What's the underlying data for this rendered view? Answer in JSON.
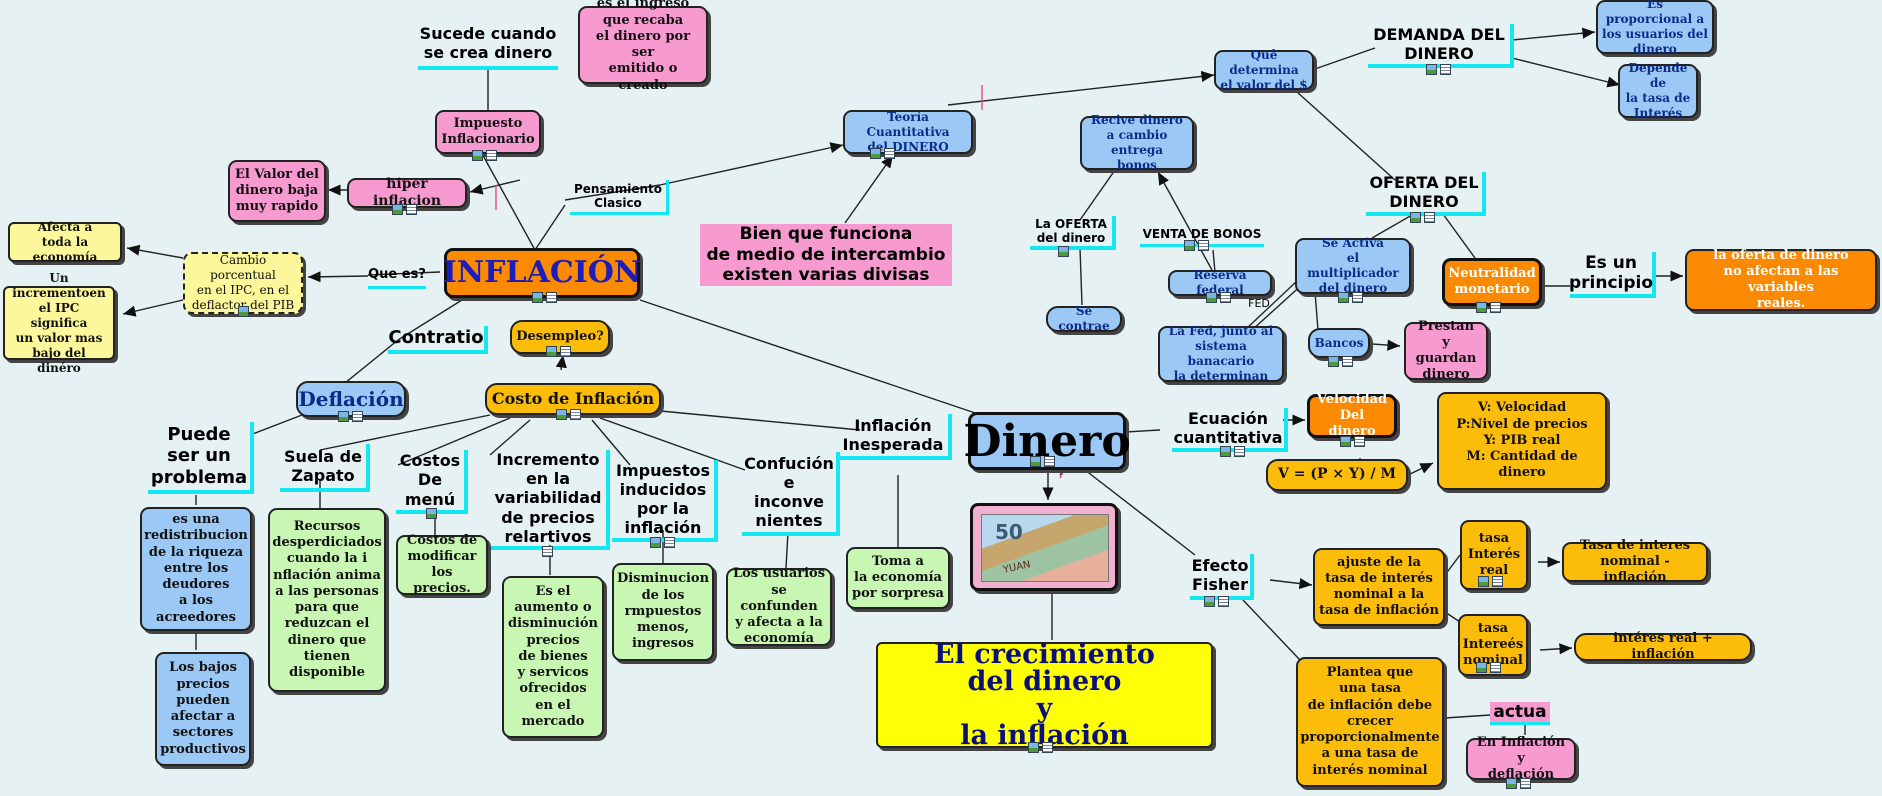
{
  "colors": {
    "background": "#e6f1f3",
    "pink": "#f79ad0",
    "blue": "#9cc8f5",
    "orange": "#fbbd0a",
    "green": "#c8f7b4",
    "yellow": "#fbf79a",
    "cyan_accent": "#15e7f1",
    "dinero_orange": "#fb8a00"
  },
  "title": {
    "line1": "El crecimiento",
    "line2": "del dinero",
    "line3": "y",
    "line4": "la inflación"
  },
  "central": {
    "dinero": "Dinero",
    "inflacion": "INFLACIÓN"
  },
  "nodes": {
    "sucede_cuando": "Sucede cuando\nse crea dinero",
    "ingreso": "es el ingreso\nque recaba\nel dinero por ser\nemitido o creado",
    "impuesto_inflacionario": "Impuesto\nInflacionario",
    "valor_dinero_baja": "El Valor del\ndinero baja\nmuy rapido",
    "hiper_inflacion": "hiper inflacion",
    "afecta_economia": "Afecta a\ntoda la economía",
    "cambio_porcentual": "Cambio porcentual\nen el IPC, en el\ndeflactor del PIB",
    "incremento_ipc": "Un incrementoen\nel IPC significa\nun valor mas\nbajo del dinéro",
    "que_es": "Que es?",
    "pensamiento_clasico": "Pensamiento\nClasico",
    "contratio": "Contratio",
    "desempleo": "Desempleo?",
    "deflacion": "Deflación",
    "costo_inflacion": "Costo de Inflación",
    "puede_ser_problema": "Puede\nser un\nproblema",
    "suela_zapato": "Suela de\nZapato",
    "costos_menu": "Costos\nDe\nmenú",
    "incremento_variabilidad": "Incremento\nen la\nvariabilidad\nde precios\nrelartivos",
    "impuestos_inducidos": "Impuestos\ninducidos\npor la\ninflación",
    "confucion": "Confución\ne\ninconve\nnientes",
    "inflacion_inesperada": "Inflación\nInesperada",
    "redistribucion": "es una\nredistribucion\nde la riqueza\nentre los\ndeudores\na los\nacreedores",
    "bajos_precios": "Los bajos\nprecios\npueden\nafectar a\nsectores\nproductivos",
    "recursos_desperdiciados": "Recursos\ndesperdiciados\ncuando la i\nnflación anima\na las personas\npara que\nreduzcan el\ndinero que\ntienen\ndisponible",
    "costos_modificar": "Costos de\nmodificar\nlos precios.",
    "aumento_disminucion": "Es el\naumento o\ndisminución\nprecios\nde bienes\ny servicos\nofrecidos\nen el\nmercado",
    "disminucion_impuestos": "Disminucion\nde los\nrmpuestos\nmenos,\ningresos",
    "usuarios_confunden": "Los usuarios\nse confunden\ny afecta a la\neconomía",
    "toma_sorpresa": "Toma a\nla economía\npor sorpresa",
    "bien_que_funciona": "Bien que funciona\nde medio de intercambio\nexisten varias divisas",
    "teoria_cuantitativa": "Teoría Cuantitativa\ndel DINERO",
    "que_determina": "Quê determina\nel valor del $",
    "demanda_dinero": "DEMANDA DEL\nDINERO",
    "proporcional_usuarios": "Es proporcional a\nlos usuarios del\ndinero",
    "depende_tasa": "Depende de\nla tasa de\nInterés",
    "recive_dinero": "Recive dinero\na cambio entrega\nbonos",
    "oferta_dinero": "OFERTA DEL\nDINERO",
    "la_oferta": "La OFERTA\ndel dinero",
    "venta_bonos": "VENTA DE BONOS",
    "se_contrae": "Se contrae",
    "reserva_federal": "Reserva federal",
    "fed": "FED",
    "se_activa": "Se Activa\nel multiplicador\ndel dinero",
    "la_fed": "La Fed, junto al\nsistema banacario\nla determinan",
    "bancos": "Bancos",
    "prestan": "Prestan\ny guardan\ndinero",
    "neutralidad": "Neutralidad\nmonetario",
    "es_un_principio": "Es un\nprincipio",
    "oferta_no_afectan": "la oferta de dinero\nno afectan a las variables\nreales.",
    "ecuacion_cuantitativa": "Ecuación\ncuantitativa",
    "velocidad_dinero": "Velocidad\nDel dinero",
    "formula": "V = (P × Y) / M",
    "variables": "V: Velocidad\nP:Nivel de precios\nY: PIB real\nM: Cantidad de dinero",
    "efecto_fisher": "Efecto\nFisher",
    "ajuste_tasa": "ajuste de la\ntasa de interés\nnominal a la\ntasa de inflación",
    "tasa_real": "tasa\nInterés\nreal",
    "tasa_real_def": "Tasa de interes\nnominal - inflación",
    "tasa_nominal": "tasa\nIntereés\nnominal",
    "tasa_nominal_def": "intéres real + inflación",
    "plantea": "Plantea que\nuna tasa\nde inflación debe\ncrecer\nproporcionalmente\na una tasa de\ninterés nominal",
    "actua": "actua",
    "en_inflacion_deflacion": "En Inflación y\ndeflación"
  },
  "money_image": {
    "caption": "YUAN"
  },
  "icons": [
    "image-icon",
    "note-icon"
  ]
}
